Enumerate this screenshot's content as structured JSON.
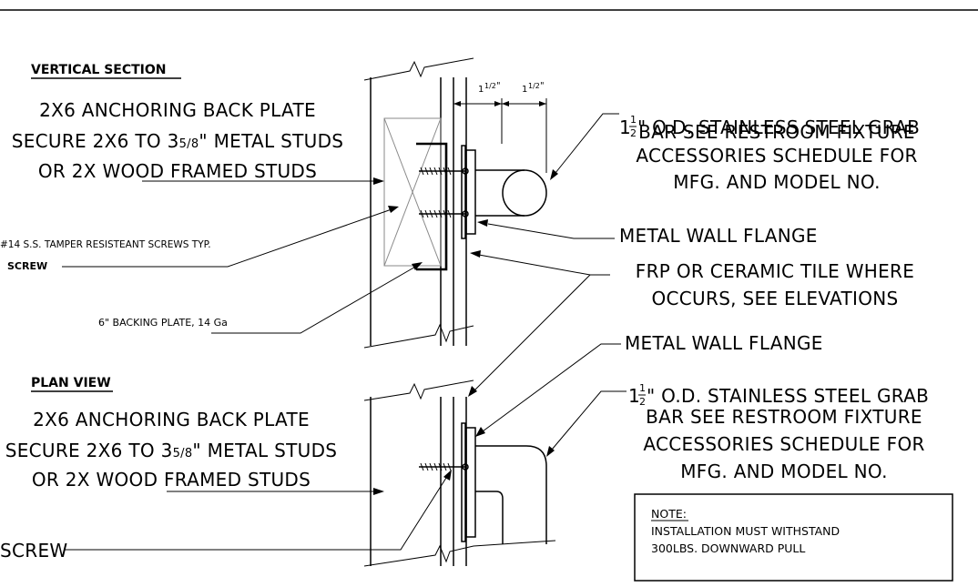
{
  "vertical_section": {
    "title": "VERTICAL SECTION",
    "backplate_line1": "2X6 ANCHORING BACK PLATE",
    "backplate_line2_a": "SECURE 2X6 TO 3",
    "backplate_line2_frac": "5/8",
    "backplate_line2_b": "\" METAL STUDS",
    "backplate_line3": "OR 2X WOOD FRAMED STUDS",
    "screws_note": "#14 S.S. TAMPER RESISTEANT SCREWS TYP.",
    "screw_label": "SCREW",
    "backing_plate": "6\" BACKING PLATE, 14 Ga",
    "dim_1_whole": "1",
    "dim_1_frac": "1/2",
    "dim_1_unit": "\"",
    "dim_2_whole": "1",
    "dim_2_frac": "1/2",
    "dim_2_unit": "\"",
    "grab_bar_whole": "1",
    "grab_bar_frac_num": "1",
    "grab_bar_frac_den": "2",
    "grab_bar_line1": "\" O.D. STAINLESS STEEL GRAB",
    "grab_bar_line2": "BAR SEE RESTROOM FIXTURE",
    "grab_bar_line3": "ACCESSORIES SCHEDULE FOR",
    "grab_bar_line4": "MFG. AND MODEL NO.",
    "flange": "METAL WALL FLANGE",
    "frp_line1": "FRP OR CERAMIC TILE WHERE",
    "frp_line2": "OCCURS, SEE ELEVATIONS"
  },
  "plan_view": {
    "title": "PLAN VIEW",
    "flange": "METAL WALL FLANGE",
    "backplate_line1": "2X6 ANCHORING BACK PLATE",
    "backplate_line2_a": "SECURE 2X6 TO 3",
    "backplate_line2_frac": "5/8",
    "backplate_line2_b": "\" METAL STUDS",
    "backplate_line3": "OR 2X WOOD FRAMED STUDS",
    "screw_label": "SCREW",
    "grab_bar_whole": "1",
    "grab_bar_frac_num": "1",
    "grab_bar_frac_den": "2",
    "grab_bar_line1": "\" O.D. STAINLESS STEEL GRAB",
    "grab_bar_line2": "BAR SEE RESTROOM FIXTURE",
    "grab_bar_line3": "ACCESSORIES SCHEDULE FOR",
    "grab_bar_line4": "MFG. AND MODEL NO."
  },
  "note": {
    "title": "NOTE:",
    "line1": "INSTALLATION MUST WITHSTAND",
    "line2": "300LBS. DOWNWARD PULL"
  }
}
